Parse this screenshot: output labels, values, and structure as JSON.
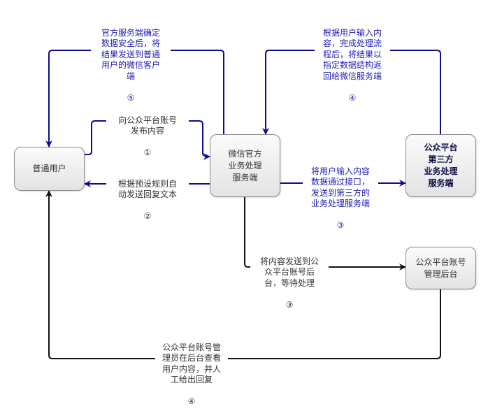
{
  "nodes": {
    "ordinary_user": "普通用户",
    "wechat_server": "微信官方\n业务处理\n服务端",
    "third_party_server": "公众平台\n第三方\n业务处理\n服务端",
    "account_backend": "公众平台账号\n管理后台"
  },
  "edges": {
    "step1_publish": {
      "text": "向公众平台账号\n发布内容",
      "step": "①"
    },
    "step2_auto_reply": {
      "text": "根据预设规则自\n动发送回复文本",
      "step": "②"
    },
    "step3_api": {
      "text": "将用户输入内容\n数据通过接口，\n发送到第三方的\n业务处理服务端",
      "step": "③"
    },
    "step3_backend": {
      "text": "将内容发送到公\n众平台账号后\n台，等待处理",
      "step": "③"
    },
    "step4_third_party_return": {
      "text": "根据用户输入内\n容，完成处理流\n程后，将结果以\n指定数据结构返\n回给微信服务端",
      "step": "④"
    },
    "step4_manual_reply": {
      "text": "公众平台账号管\n理员在后台查看\n用户内容，并人\n工给出回复",
      "step": "④"
    },
    "step5_deliver": {
      "text": "官方服务端确定\n数据安全后，将\n结果发送到普通\n用户的微信客户\n端",
      "step": "⑤"
    }
  },
  "colors": {
    "blue_flow": "#0d0d8c",
    "black_flow": "#111111",
    "blue_text": "#1e1eb4"
  }
}
